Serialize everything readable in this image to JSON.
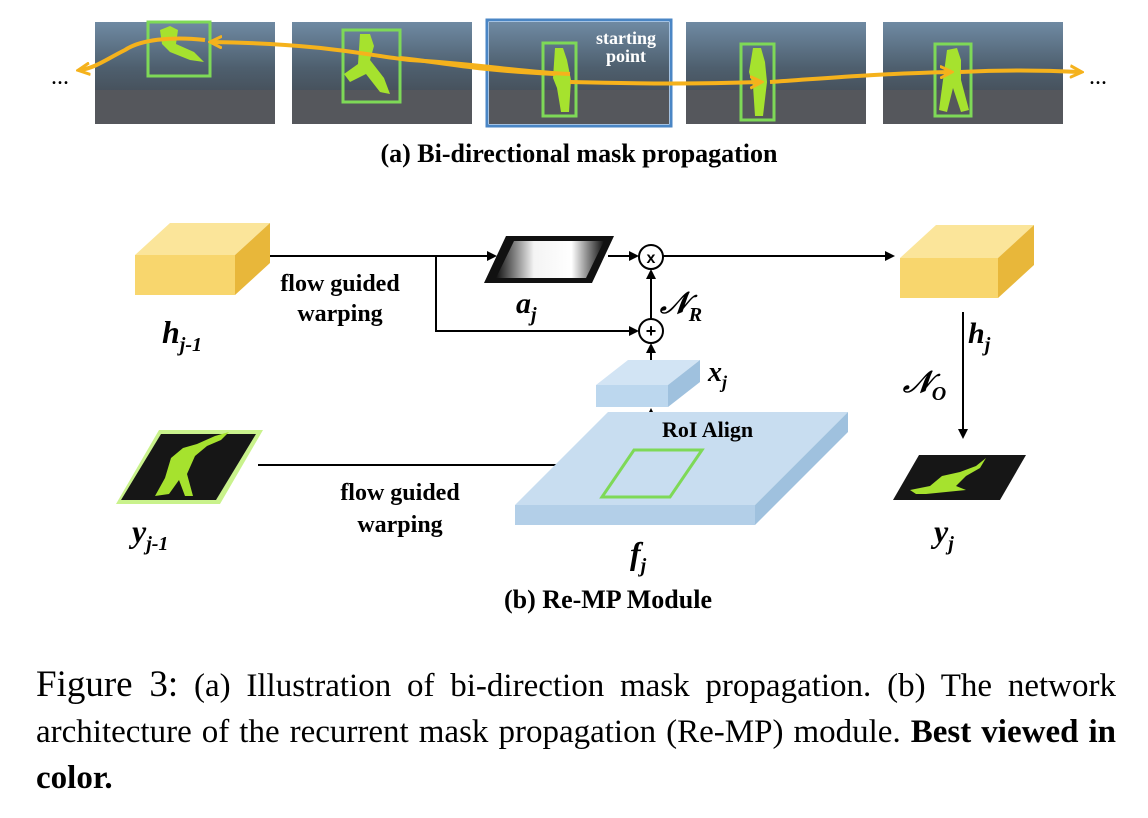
{
  "panel_a": {
    "caption": "(a) Bi-directional mask propagation",
    "start_label_line1": "starting",
    "start_label_line2": "point",
    "ellipsis": "...",
    "colors": {
      "arrow": "#f5b21c",
      "box": "#7ed957",
      "start_border": "#4a86c5",
      "mask": "#a6e22e"
    }
  },
  "panel_b": {
    "caption": "(b) Re-MP Module",
    "h_prev": "h",
    "h_prev_sub": "j-1",
    "h_next": "h",
    "h_next_sub": "j",
    "a": "a",
    "a_sub": "j",
    "x": "x",
    "x_sub": "j",
    "f": "f",
    "f_sub": "j",
    "y_prev": "y",
    "y_prev_sub": "j-1",
    "y_next": "y",
    "y_next_sub": "j",
    "n_r": "𝒩",
    "n_r_sub": "R",
    "n_o": "𝒩",
    "n_o_sub": "O",
    "warp_top_line1": "flow guided",
    "warp_top_line2": "warping",
    "warp_bottom_line1": "flow guided",
    "warp_bottom_line2": "warping",
    "roi_align": "RoI Align",
    "multiply": "x",
    "add": "+",
    "colors": {
      "feature": "#f8d66d",
      "feature_side": "#e8b73a",
      "map": "#bcd7ee",
      "map_side": "#9fc1de"
    }
  },
  "caption": {
    "label": "Figure 3:",
    "text": "(a) Illustration of bi-direction mask propagation. (b) The network architecture of the recurrent mask propagation (Re-MP) module.",
    "bold": "Best viewed in color."
  }
}
